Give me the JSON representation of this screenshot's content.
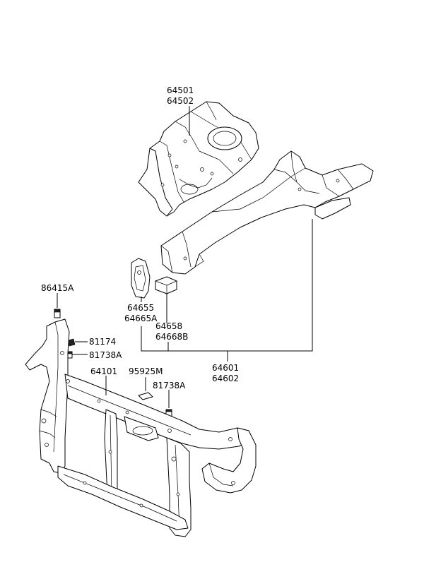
{
  "labels": {
    "p64501": "64501",
    "p64502": "64502",
    "p86415A": "86415A",
    "p64655": "64655",
    "p64665A": "64665A",
    "p64658": "64658",
    "p64668B": "64668B",
    "p81174": "81174",
    "p81738A_top": "81738A",
    "p64101": "64101",
    "p95925M": "95925M",
    "p81738A_right": "81738A",
    "p64601": "64601",
    "p64602": "64602"
  }
}
